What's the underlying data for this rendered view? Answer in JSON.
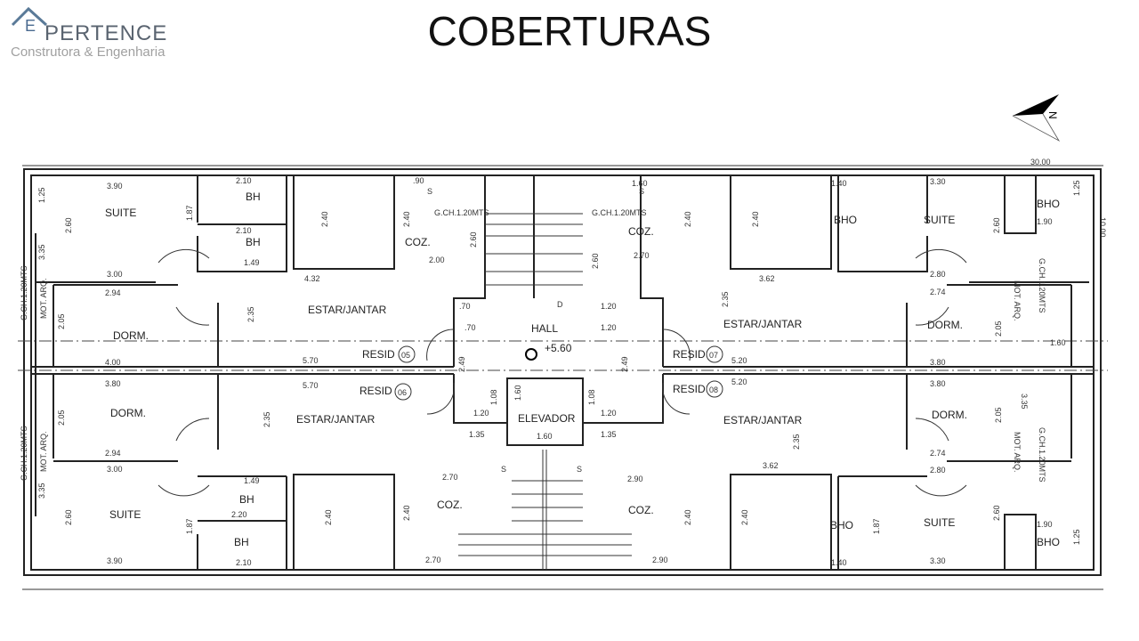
{
  "header": {
    "brand": "PERTENCE",
    "brand_letter": "E",
    "brand_sub": "Construtora & Engenharia",
    "title": "COBERTURAS"
  },
  "compass": {
    "label": "N"
  },
  "plan": {
    "rooms": {
      "suite": "SUITE",
      "bh": "BH",
      "bho": "BHO",
      "dorm": "DORM.",
      "estar": "ESTAR/JANTAR",
      "coz": "COZ.",
      "hall": "HALL",
      "elevador": "ELEVADOR",
      "resid05": "RESID",
      "resid06": "RESID",
      "resid07": "RESID",
      "resid08": "RESID"
    },
    "unit_numbers": [
      "05",
      "06",
      "07",
      "08"
    ],
    "level": "+5.60",
    "overall": {
      "width": "30.00",
      "depth": "10.00",
      "corridor": "1.60"
    },
    "dims": {
      "d390": "3.90",
      "d210": "2.10",
      "d300": "3.00",
      "d149": "1.49",
      "d294": "2.94",
      "d400": "4.00",
      "d570": "5.70",
      "d380": "3.80",
      "d432": "4.32",
      "d200": "2.00",
      "d270": "2.70",
      "d290": "2.90",
      "d160": "1.60",
      "d120": "1.20",
      "d135": "1.35",
      "d070": ".70",
      "d090": ".90",
      "d362": "3.62",
      "d520": "5.20",
      "d330": "3.30",
      "d280": "2.80",
      "d274": "2.74",
      "d140": "1.40",
      "d190": "1.90",
      "d220": "2.20",
      "d260": "2.60",
      "d240": "2.40",
      "d235": "2.35",
      "d205": "2.05",
      "d335": "3.35",
      "d125": "1.25",
      "d187": "1.87",
      "d249": "2.49",
      "d108": "1.08"
    },
    "stair_note": "G.CH.1.20MTS",
    "mot_arq": "MOT. ARQ.",
    "up_mark": "S",
    "down_mark": "D"
  }
}
